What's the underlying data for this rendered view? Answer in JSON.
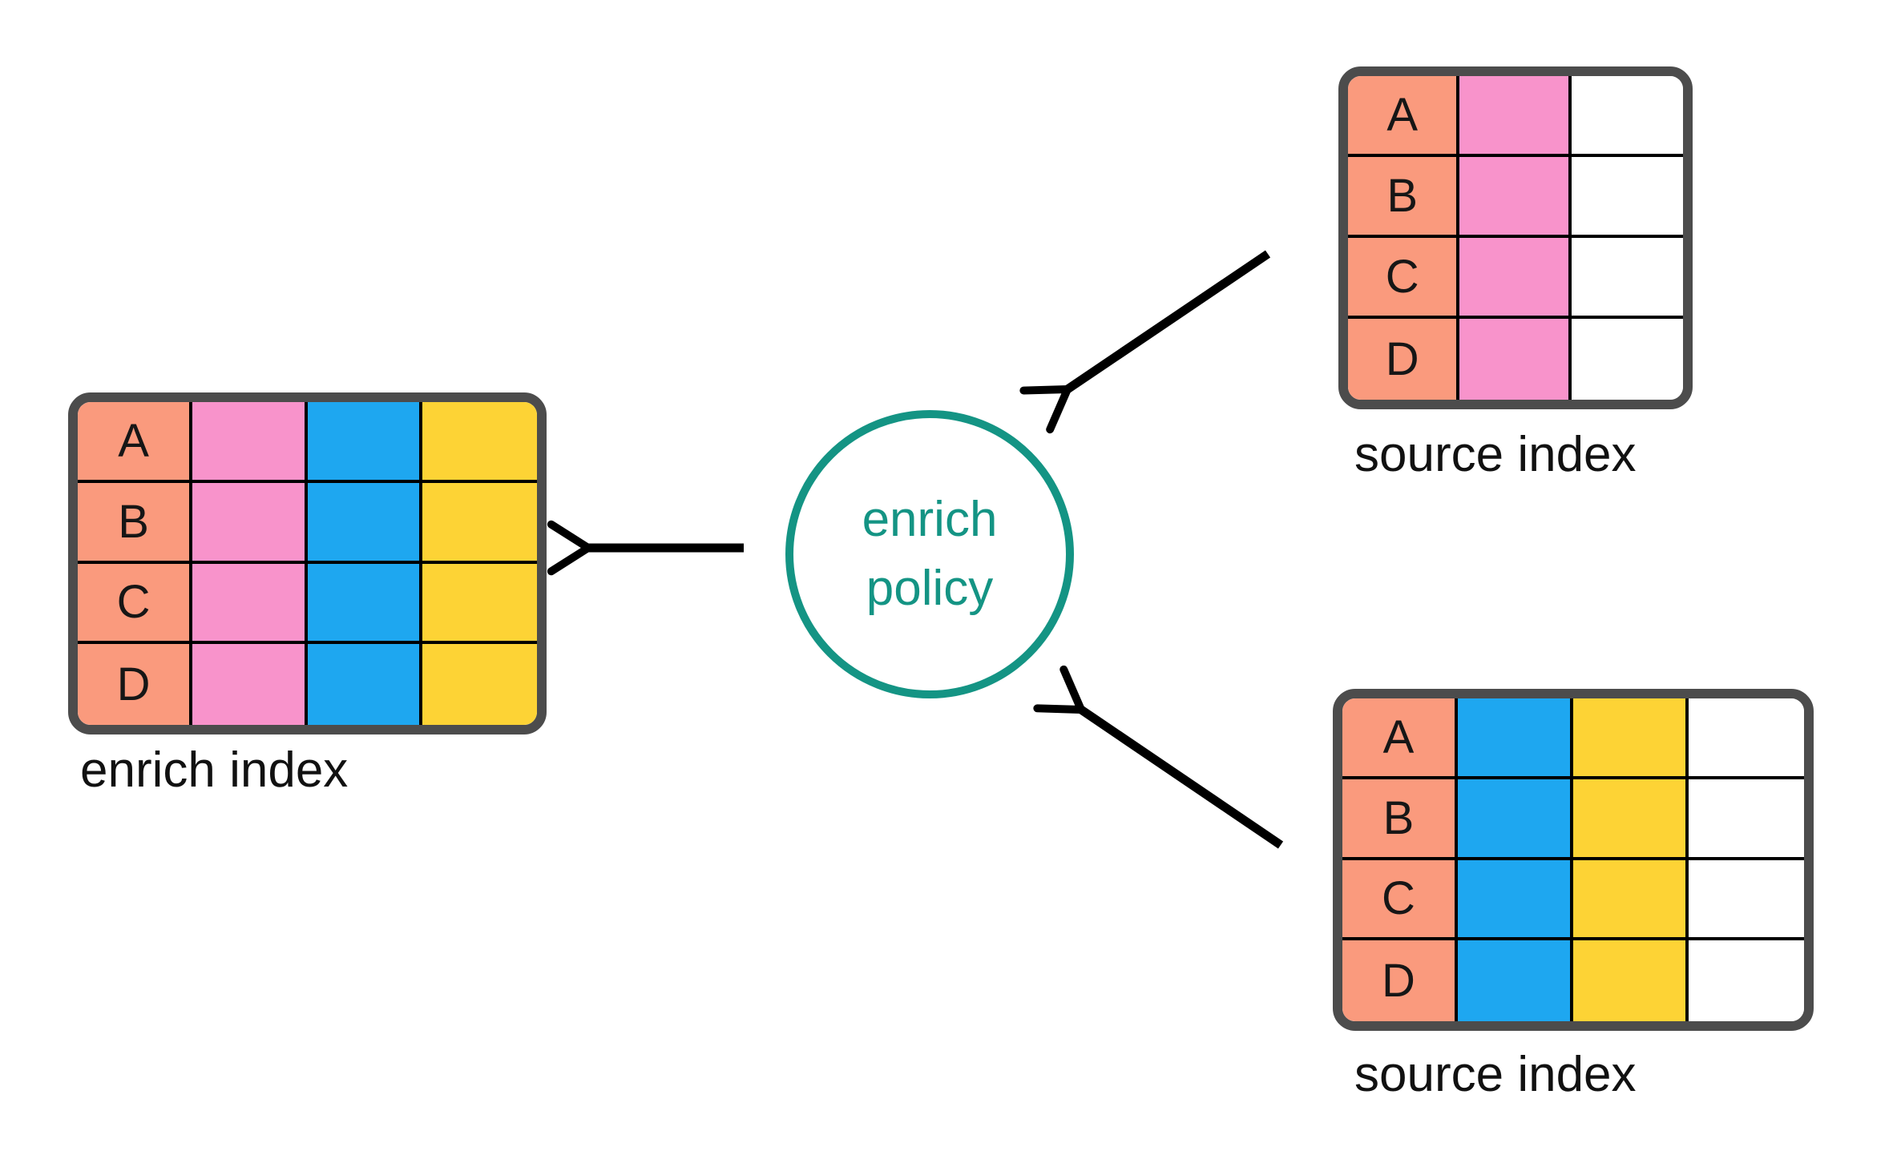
{
  "diagram": {
    "background": "#ffffff",
    "colors": {
      "salmon": "#FA9A7D",
      "pink": "#F893CB",
      "blue": "#1EA7F0",
      "yellow": "#FDD335",
      "white": "#FFFFFF",
      "table_border": "#4C4C4C",
      "cell_divider": "#000000",
      "teal": "#149484",
      "arrow": "#000000",
      "label_text": "#111111"
    },
    "policy_node": {
      "label_line1": "enrich",
      "label_line2": "policy"
    },
    "tables": [
      {
        "id": "table-enrich-index",
        "label": "enrich index",
        "row_keys": [
          "A",
          "B",
          "C",
          "D"
        ],
        "columns": [
          "salmon",
          "pink",
          "blue",
          "yellow"
        ]
      },
      {
        "id": "table-source-top",
        "label": "source index",
        "row_keys": [
          "A",
          "B",
          "C",
          "D"
        ],
        "columns": [
          "salmon",
          "pink",
          "white"
        ]
      },
      {
        "id": "table-source-bottom",
        "label": "source index",
        "row_keys": [
          "A",
          "B",
          "C",
          "D"
        ],
        "columns": [
          "salmon",
          "blue",
          "yellow",
          "white"
        ]
      }
    ],
    "arrows": [
      {
        "name": "arrow-top-source-to-policy"
      },
      {
        "name": "arrow-bottom-source-to-policy"
      },
      {
        "name": "arrow-policy-to-enrich-index"
      }
    ]
  }
}
